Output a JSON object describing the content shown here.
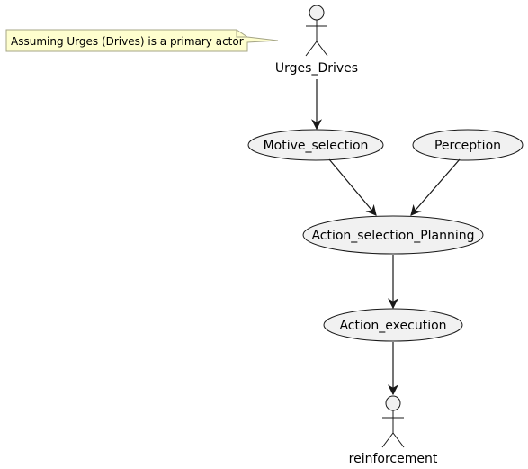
{
  "note": {
    "text": "Assuming Urges (Drives) is a primary actor"
  },
  "actors": {
    "urges": "Urges_Drives",
    "reinforcement": "reinforcement"
  },
  "usecases": {
    "motive_selection": "Motive_selection",
    "perception": "Perception",
    "action_selection": "Action_selection_Planning",
    "action_execution": "Action_execution"
  },
  "colors": {
    "usecase_fill": "#f1f1f1",
    "usecase_stroke": "#181818",
    "note_fill": "#fefece",
    "note_stroke": "#a5a585",
    "line": "#181818"
  }
}
